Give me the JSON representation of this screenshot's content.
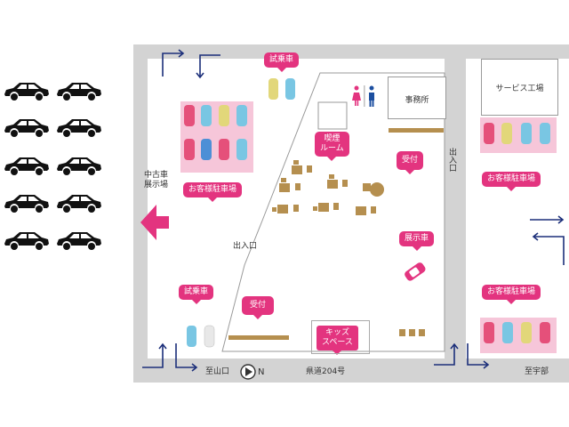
{
  "labels": {
    "used_car_lot": "中古車\n展示場",
    "test_drive_top": "試乗車",
    "test_drive_bottom": "試乗車",
    "parking_left": "お客様駐車場",
    "parking_right_top": "お客様駐車場",
    "parking_right_bottom": "お客様駐車場",
    "smoking_room": "喫煙\nルーム",
    "office": "事務所",
    "service_factory": "サービス工場",
    "reception_right": "受付",
    "reception_left": "受付",
    "entrance_right": "出入口",
    "entrance_left": "出入口",
    "display_car": "展示車",
    "kids_space": "キッズ\nスペース",
    "to_yamaguchi": "至山口",
    "north": "N",
    "prefectural_road": "県道204号",
    "to_ube": "至宇部"
  },
  "icons": {
    "silhouette_cars": "car-silhouette-icon",
    "restroom": "restroom-icon",
    "compass": "compass-play-icon"
  },
  "colors": {
    "brand_pink": "#e3347f",
    "parking_bg": "#f6c6d9",
    "road_gray": "#d3d3d3",
    "arrow_navy": "#1c2f7a",
    "table_brown": "#b58f4f"
  }
}
